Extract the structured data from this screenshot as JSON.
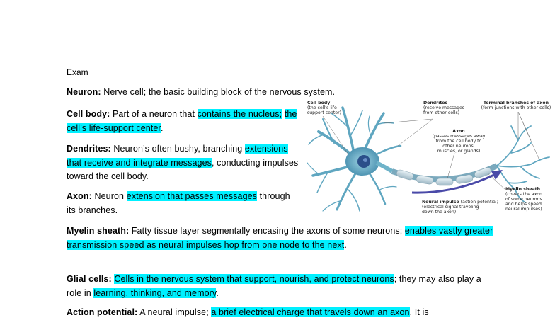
{
  "heading": "Exam",
  "neuron": {
    "term": "Neuron:",
    "text": " Nerve cell; the basic building block of the nervous system."
  },
  "cell_body": {
    "term": "Cell body:",
    "text1": " Part of a neuron that ",
    "hl1": "contains the nucleus;",
    "text2": " ",
    "hl2": "the cell’s life-support center",
    "text3": "."
  },
  "dendrites": {
    "term": "Dendrites:",
    "text1": " Neuron’s often bushy, branching ",
    "hl1": "extensions that receive and integrate messages",
    "text2": ", conducting impulses toward the cell body."
  },
  "axon": {
    "term": "Axon:",
    "text1": " Neuron ",
    "hl1": "extension that passes messages",
    "text2": " through its branches."
  },
  "myelin": {
    "term": "Myelin sheath:",
    "text1": " Fatty tissue layer segmentally encasing the axons of some neurons; ",
    "hl1": "enables vastly greater transmission speed as neural impulses hop from one node to the next",
    "text2": "."
  },
  "glial": {
    "term": "Glial cells:",
    "text1": " ",
    "hl1": "Cells in the nervous system that support, nourish, and protect neurons",
    "text2": "; they may also play a role in ",
    "hl2": "learning, thinking, and memory",
    "text3": "."
  },
  "action": {
    "term": "Action potential:",
    "text1": " A neural impulse; ",
    "hl1": "a brief electrical charge that travels down an axon",
    "text2": ". It is"
  },
  "figure": {
    "cell_body_label": {
      "title": "Cell body",
      "lines": [
        "(the cell’s life-",
        "support center)"
      ]
    },
    "dendrites_label": {
      "title": "Dendrites",
      "lines": [
        "(receive messages",
        "from other cells)"
      ]
    },
    "terminal_label": {
      "title": "Terminal branches of axon",
      "lines": [
        "(form junctions with other cells)"
      ]
    },
    "axon_label": {
      "title": "Axon",
      "lines": [
        "(passes messages away",
        "from the cell body to",
        "other neurons,",
        "muscles, or glands)"
      ]
    },
    "myelin_label": {
      "title": "Myelin sheath",
      "lines": [
        "(covers the axon",
        "of some neurons",
        "and helps speed",
        "neural impulses)"
      ]
    },
    "impulse_label": {
      "title": "Neural impulse",
      "title_suffix": " (action potential)",
      "lines": [
        "(electrical signal traveling",
        "down the axon)"
      ]
    },
    "colors": {
      "cell": "#6fb3c9",
      "nucleus": "#2b4f8a",
      "myelin": "#cfe3ec",
      "arrow": "#4a4aa8",
      "highlight": "#00f0ff"
    }
  }
}
